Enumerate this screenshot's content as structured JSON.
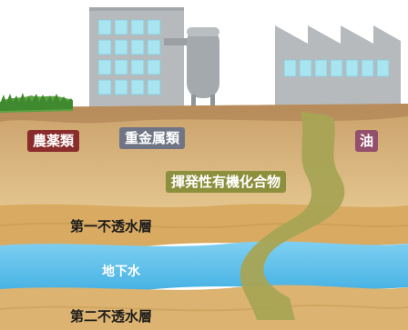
{
  "contaminants": {
    "pesticides": "農薬類",
    "heavy_metals": "重金属類",
    "oil": "油",
    "volatile_organics": "揮発性有機化合物"
  },
  "layers": {
    "first_aquitard": "第一不透水層",
    "groundwater": "地下水",
    "second_aquitard": "第二不透水層"
  },
  "colors": {
    "pesticide_tag": "#8b2c2c",
    "heavy_metal_tag": "#6f7585",
    "oil_tag": "#93506d",
    "voc_tag": "#8c8f3c",
    "groundwater": "#5cc0ea",
    "plume": "#a8a454",
    "soil": "#e6c98c",
    "building": "#b6babd"
  },
  "icons": {
    "building": "office-building-icon",
    "tank": "storage-tank-icon",
    "factory": "factory-icon",
    "grass": "grass-icon"
  }
}
